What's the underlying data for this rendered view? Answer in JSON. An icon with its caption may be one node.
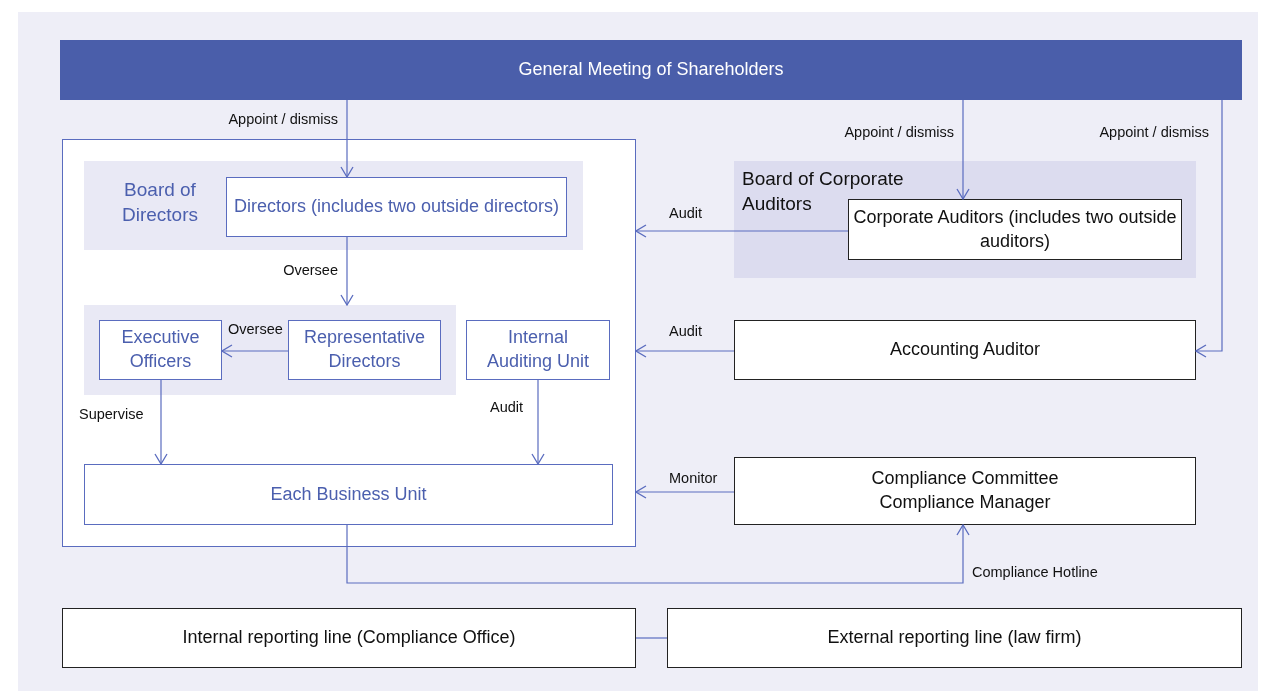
{
  "diagram": {
    "nodes": [
      {
        "text": [
          "General Meeting of Shareholders"
        ]
      },
      {
        "text": [],
        "shape": "box"
      },
      {
        "text": [
          "Board of Directors"
        ],
        "in": 1
      },
      {
        "text": [
          "Directors (includes two outside directors)"
        ],
        "in": 2
      },
      {
        "text": [],
        "shape": "box",
        "in": 1
      },
      {
        "text": [
          "Executive Officers"
        ],
        "in": 4
      },
      {
        "text": [
          "Representative Directors"
        ],
        "in": 4
      },
      {
        "text": [
          "Internal Auditing Unit"
        ],
        "in": 1
      },
      {
        "text": [
          "Each Business Unit"
        ],
        "in": 1
      },
      {
        "text": [
          "Board of Corporate Auditors"
        ]
      },
      {
        "text": [
          "Corporate Auditors (includes two outside auditors)"
        ],
        "in": 9
      },
      {
        "text": [
          "Accounting Auditor"
        ]
      },
      {
        "text": [
          "Compliance Committee",
          "Compliance Manager"
        ]
      },
      {
        "text": [
          "Internal reporting line (Compliance Office)"
        ]
      },
      {
        "text": [
          "External reporting line (law firm)"
        ]
      }
    ],
    "edges": [
      {
        "from": 0,
        "to": 3,
        "arrow": "to",
        "label": "Appoint / dismiss"
      },
      {
        "from": 0,
        "to": 10,
        "arrow": "to",
        "label": "Appoint / dismiss"
      },
      {
        "from": 0,
        "to": 11,
        "arrow": "to",
        "label": "Appoint / dismiss"
      },
      {
        "from": 3,
        "to": 4,
        "arrow": "to",
        "label": "Oversee"
      },
      {
        "from": 6,
        "to": 5,
        "arrow": "to",
        "label": "Oversee"
      },
      {
        "from": 5,
        "to": 8,
        "arrow": "to",
        "label": "Supervise"
      },
      {
        "from": 7,
        "to": 8,
        "arrow": "to",
        "label": "Audit"
      },
      {
        "from": 10,
        "to": 1,
        "arrow": "to",
        "label": "Audit"
      },
      {
        "from": 11,
        "to": 1,
        "arrow": "to",
        "label": "Audit"
      },
      {
        "from": 12,
        "to": 1,
        "arrow": "to",
        "label": "Monitor"
      },
      {
        "from": 8,
        "to": 12,
        "arrow": "to",
        "label": "Compliance Hotline"
      },
      {
        "from": 13,
        "to": 14,
        "arrow": "none"
      }
    ]
  }
}
